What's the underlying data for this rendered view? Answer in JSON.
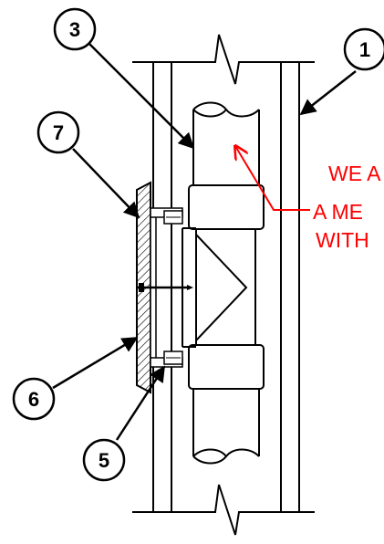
{
  "callouts": [
    {
      "id": "1",
      "label": "1"
    },
    {
      "id": "3",
      "label": "3"
    },
    {
      "id": "5",
      "label": "5"
    },
    {
      "id": "6",
      "label": "6"
    },
    {
      "id": "7",
      "label": "7"
    }
  ],
  "note": {
    "line1": "WE A",
    "line2": "A ME",
    "line3": "WITH",
    "color": "#ff0000"
  },
  "colors": {
    "line": "#000000",
    "background": "#ffffff"
  }
}
